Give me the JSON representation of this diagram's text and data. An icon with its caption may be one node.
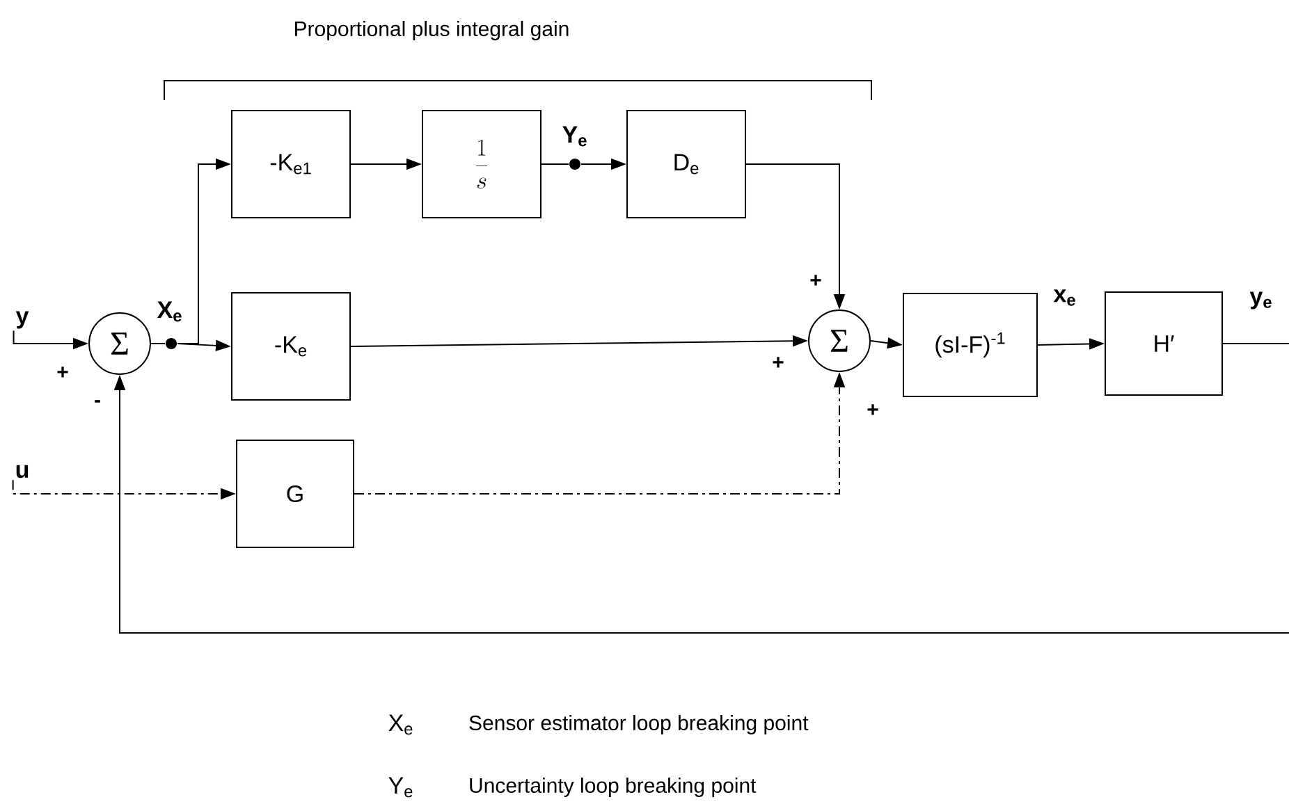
{
  "diagram": {
    "nodes": [
      {
        "text": [
          "y"
        ]
      },
      {
        "text": [
          "Σ"
        ]
      },
      {
        "text": [],
        "shape": "circle",
        "beside": [
          "X$_{e}$"
        ]
      },
      {
        "text": [
          "-K$_{e1}$"
        ]
      },
      {
        "text": [
          "\\frac{1}{s}"
        ]
      },
      {
        "text": [],
        "shape": "circle",
        "beside": [
          "Y$_{e}$"
        ]
      },
      {
        "text": [
          "D$_{e}$"
        ]
      },
      {
        "text": [
          "-K$_{e}$"
        ]
      },
      {
        "text": [
          "Σ"
        ]
      },
      {
        "text": [
          "(sI-F)$^{-1}$"
        ]
      },
      {
        "text": [
          "H′"
        ]
      },
      {
        "text": [
          "u"
        ]
      },
      {
        "text": [
          "G"
        ]
      }
    ],
    "edges": [
      {
        "from": 0,
        "to": 1,
        "arrow": "to"
      },
      {
        "from": 1,
        "to": 2,
        "arrow": "none"
      },
      {
        "from": 2,
        "to": 3,
        "arrow": "to"
      },
      {
        "from": 2,
        "to": 7,
        "arrow": "to"
      },
      {
        "from": 3,
        "to": 4,
        "arrow": "to"
      },
      {
        "from": 4,
        "to": 5,
        "arrow": "none"
      },
      {
        "from": 5,
        "to": 6,
        "arrow": "to"
      },
      {
        "from": 6,
        "to": 8,
        "arrow": "to"
      },
      {
        "from": 7,
        "to": 8,
        "arrow": "to"
      },
      {
        "from": 12,
        "to": 8,
        "arrow": "to",
        "style": "dashed"
      },
      {
        "from": 8,
        "to": 9,
        "arrow": "to"
      },
      {
        "from": 9,
        "to": 10,
        "arrow": "to",
        "label": "x$_{e}$"
      },
      {
        "from": 10,
        "to": null,
        "arrow": "none",
        "label": "y$_{e}$"
      },
      {
        "from": null,
        "to": 1,
        "arrow": "to"
      },
      {
        "from": 11,
        "to": 12,
        "arrow": "to",
        "style": "dashed"
      }
    ],
    "labels": [
      "Proportional plus integral gain",
      "+",
      "-",
      "+",
      "+",
      "+",
      "X$_{e}$",
      "Sensor estimator loop breaking point",
      "Y$_{e}$",
      "Uncertainty loop breaking point"
    ]
  }
}
